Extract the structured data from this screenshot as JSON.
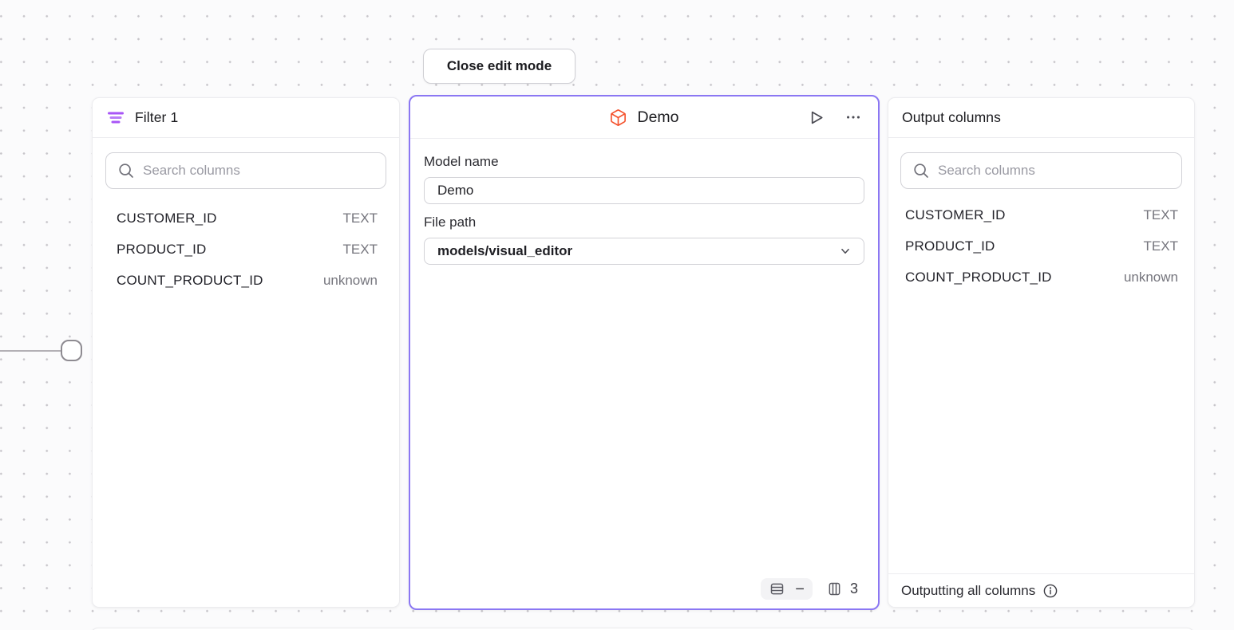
{
  "toolbar": {
    "close_button_label": "Close edit mode"
  },
  "filter_panel": {
    "title": "Filter 1",
    "search_placeholder": "Search columns",
    "columns": [
      {
        "name": "CUSTOMER_ID",
        "type": "TEXT"
      },
      {
        "name": "PRODUCT_ID",
        "type": "TEXT"
      },
      {
        "name": "COUNT_PRODUCT_ID",
        "type": "unknown"
      }
    ]
  },
  "model_panel": {
    "title": "Demo",
    "model_name_label": "Model name",
    "model_name_value": "Demo",
    "file_path_label": "File path",
    "file_path_value": "models/visual_editor",
    "row_count_display": "−",
    "column_count": "3"
  },
  "output_panel": {
    "title": "Output columns",
    "search_placeholder": "Search columns",
    "columns": [
      {
        "name": "CUSTOMER_ID",
        "type": "TEXT"
      },
      {
        "name": "PRODUCT_ID",
        "type": "TEXT"
      },
      {
        "name": "COUNT_PRODUCT_ID",
        "type": "unknown"
      }
    ],
    "footer_text": "Outputting all columns"
  },
  "colors": {
    "selection_border": "#8b77f3",
    "filter_icon": "#a855f7",
    "model_cube_icon": "#f4512c",
    "canvas_dot": "#c7c5ca"
  }
}
